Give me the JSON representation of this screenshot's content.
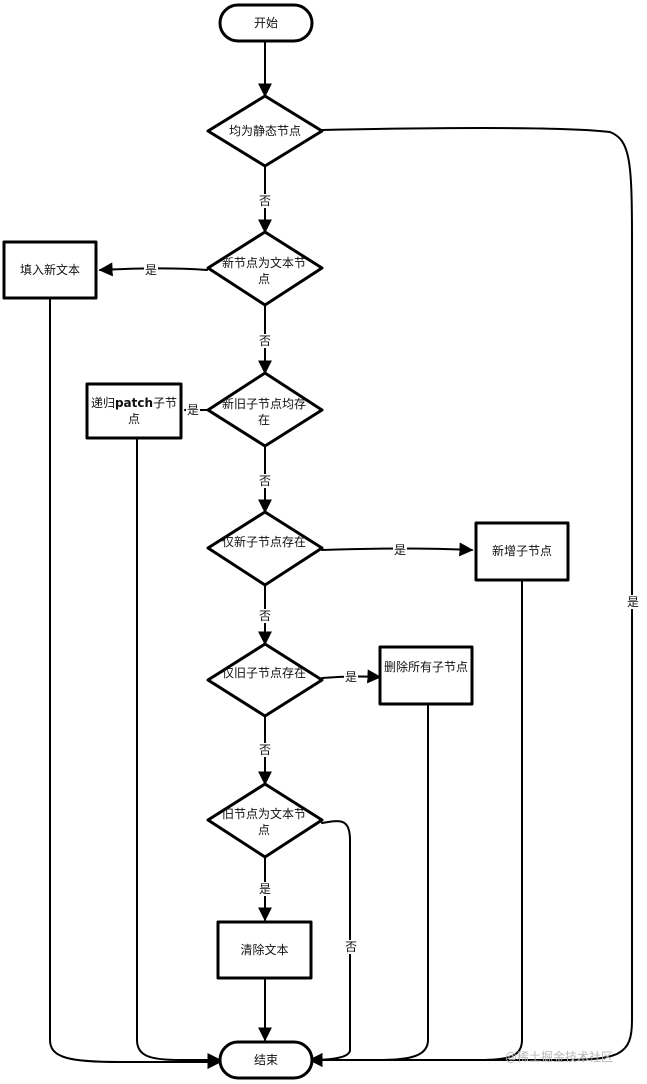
{
  "nodes": {
    "start": "开始",
    "d1": "均为静态节点",
    "d2": "新节点为文本节点",
    "d3": "新旧子节点均存在",
    "d4": "仅新子节点存在",
    "d5": "仅旧子节点存在",
    "d6": "旧节点为文本节点",
    "fill_text": "填入新文本",
    "recurse_pre": "递归",
    "recurse_bold": "patch",
    "recurse_post": "子节点",
    "add_children": "新增子节点",
    "remove_children": "删除所有子节点",
    "clear_text": "清除文本",
    "end": "结束"
  },
  "edges": {
    "yes": "是",
    "no": "否"
  },
  "colors": {
    "stroke": "#000000",
    "fill": "#ffffff"
  },
  "watermark": "@稀土掘金技术社区"
}
